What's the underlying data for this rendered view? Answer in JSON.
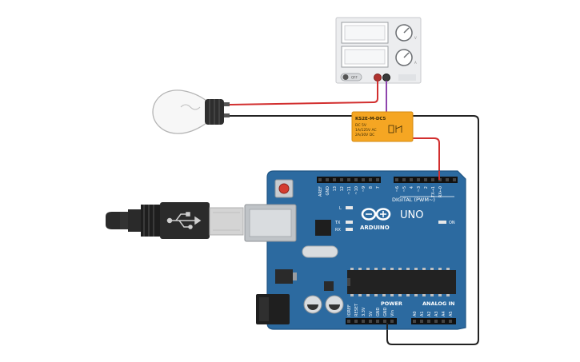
{
  "power_supply": {
    "voltage_unit": "V",
    "current_unit": "A",
    "off_label": "OFF"
  },
  "relay": {
    "model": "KS2E-M-DC5",
    "coil_rating": "DC 5V",
    "contact_rating_ac": "1A/125V AC",
    "contact_rating_dc": "2A/30V DC"
  },
  "arduino": {
    "brand": "ARDUINO",
    "model": "UNO",
    "on_label": "ON",
    "l_label": "L",
    "tx_label": "TX",
    "rx_label": "RX",
    "digital_header": "DIGITAL (PWM~)",
    "power_header": "POWER",
    "analog_header": "ANALOG IN",
    "digital_pins": [
      "AREF",
      "GND",
      "13",
      "12",
      "~11",
      "~10",
      "~9",
      "8",
      "7",
      "~6",
      "~5",
      "4",
      "~3",
      "2",
      "TX→1",
      "RX←0"
    ],
    "power_pins": [
      "IOREF",
      "RESET",
      "3.3V",
      "5V",
      "GND",
      "GND",
      "Vin"
    ],
    "analog_pins": [
      "A0",
      "A1",
      "A2",
      "A3",
      "A4",
      "A5"
    ]
  },
  "colors": {
    "board": "#2c6aa0",
    "relay": "#f5a623",
    "wire_red": "#d22f2f",
    "wire_black": "#222222",
    "wire_purple": "#8e44ad"
  }
}
